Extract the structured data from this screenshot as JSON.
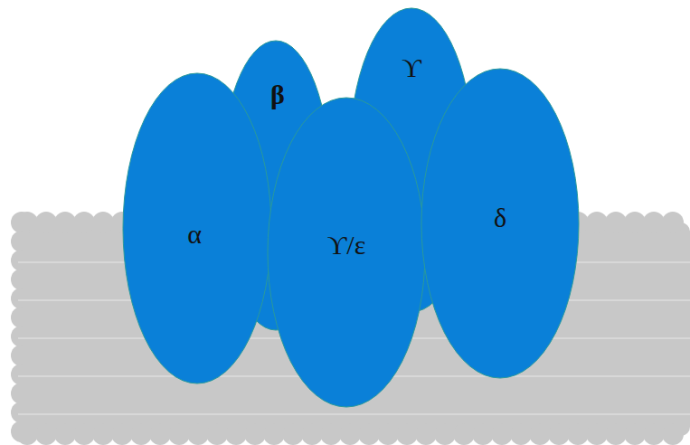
{
  "diagram": {
    "nodes": [
      {
        "text": [
          "β"
        ]
      },
      {
        "text": [
          "ϒ"
        ]
      },
      {
        "text": [
          "α"
        ]
      },
      {
        "text": [
          "ϒ/ε"
        ]
      },
      {
        "text": [
          "δ"
        ]
      }
    ]
  }
}
